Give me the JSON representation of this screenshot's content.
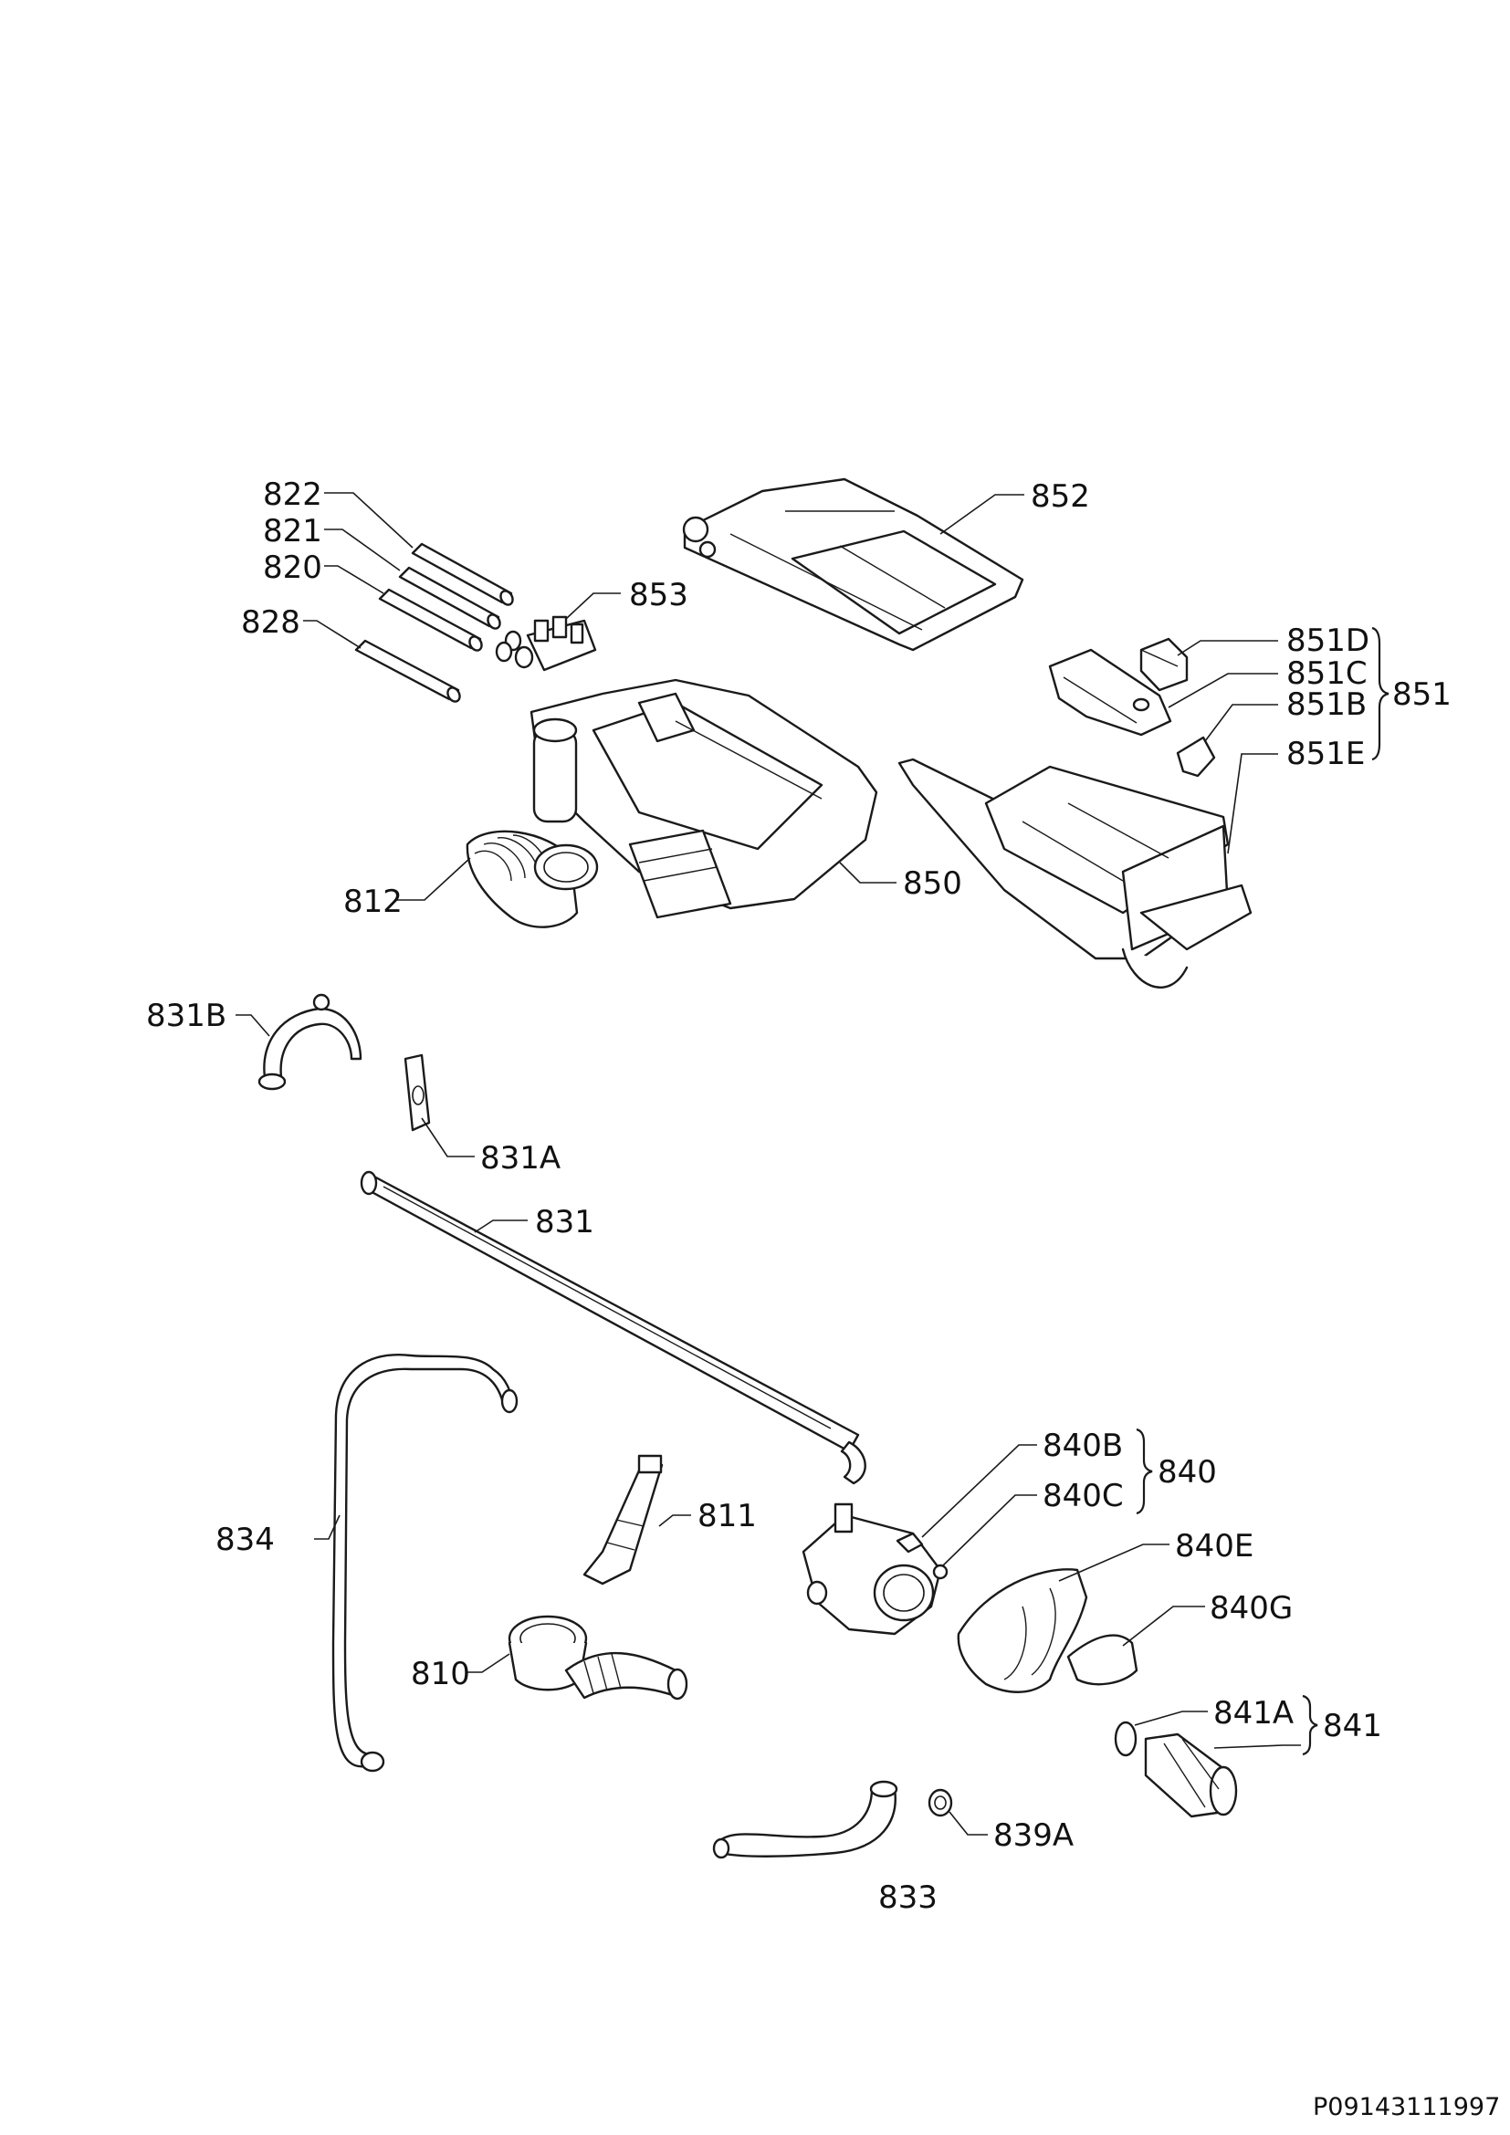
{
  "labels": {
    "p822": "822",
    "p821": "821",
    "p820": "820",
    "p828": "828",
    "p853": "853",
    "p852": "852",
    "p851D": "851D",
    "p851C": "851C",
    "p851B": "851B",
    "p851E": "851E",
    "p851": "851",
    "p812": "812",
    "p850": "850",
    "p831B": "831B",
    "p831A": "831A",
    "p831": "831",
    "p834": "834",
    "p811": "811",
    "p810": "810",
    "p840B": "840B",
    "p840C": "840C",
    "p840": "840",
    "p840E": "840E",
    "p840G": "840G",
    "p841A": "841A",
    "p841": "841",
    "p839A": "839A",
    "p833": "833"
  },
  "document_code": "P09143111997",
  "colors": {
    "line": "#1a1a1a",
    "background": "#ffffff"
  }
}
